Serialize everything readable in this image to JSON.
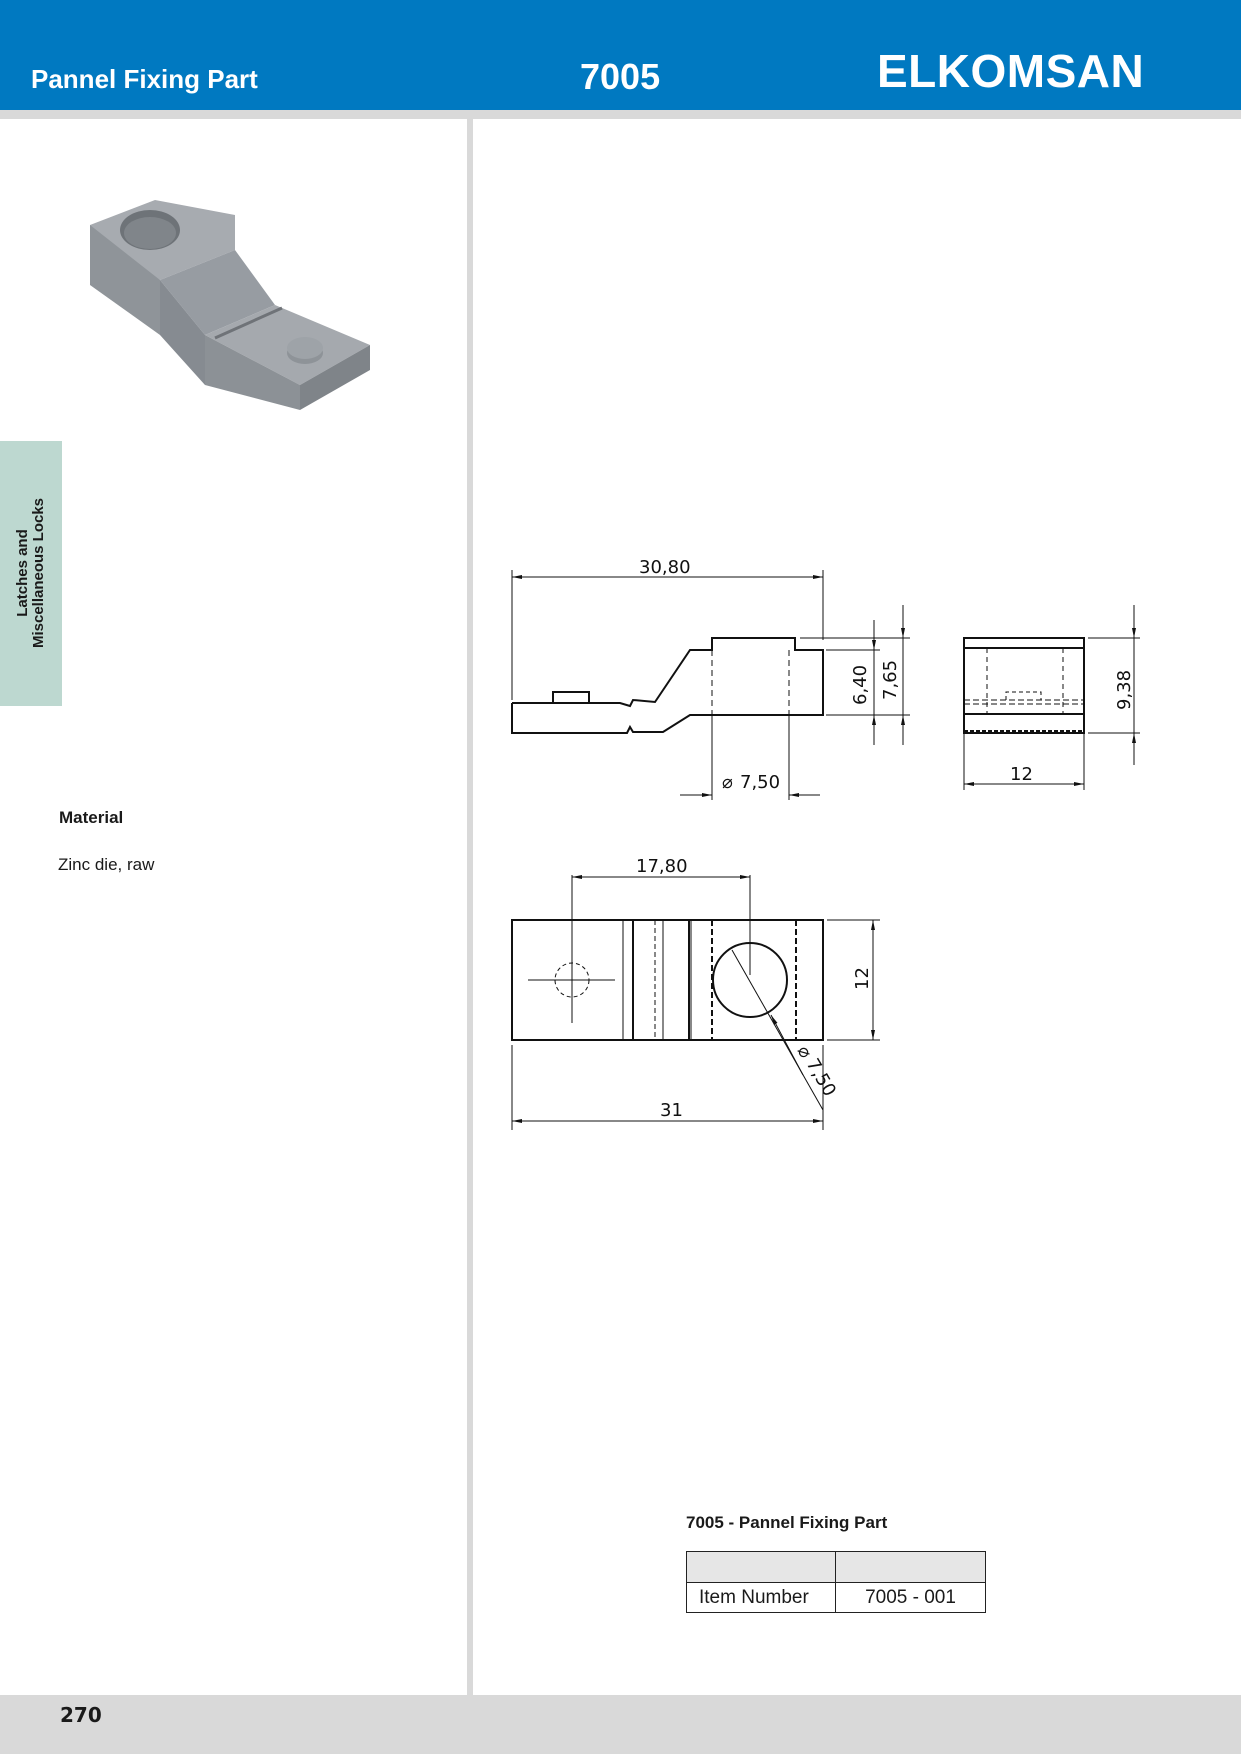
{
  "header": {
    "title": "Pannel Fixing Part",
    "code": "7005",
    "brand": "ELKOMSAN",
    "color": "#0079c1"
  },
  "sidebar_tab": {
    "line1": "Latches and",
    "line2": "Miscellaneous Locks",
    "color": "#bdd8d0"
  },
  "product_image": {
    "alt": "Pannel fixing part 3D render (zinc die-cast)"
  },
  "material": {
    "label": "Material",
    "value": "Zinc die, raw"
  },
  "drawing": {
    "side_view": {
      "length": "30,80",
      "height_inner": "6,40",
      "height_outer": "7,65",
      "hole_diameter": "7,50"
    },
    "end_view": {
      "width": "12",
      "height": "9,38"
    },
    "top_view": {
      "hole_spacing": "17,80",
      "width": "12",
      "length": "31",
      "hole_diameter": "7,50"
    }
  },
  "spec_table": {
    "title": "7005 - Pannel Fixing Part",
    "header": [
      "",
      ""
    ],
    "rows": [
      {
        "label": "Item Number",
        "value": "7005 - 001"
      }
    ]
  },
  "footer": {
    "page_number": "270"
  }
}
